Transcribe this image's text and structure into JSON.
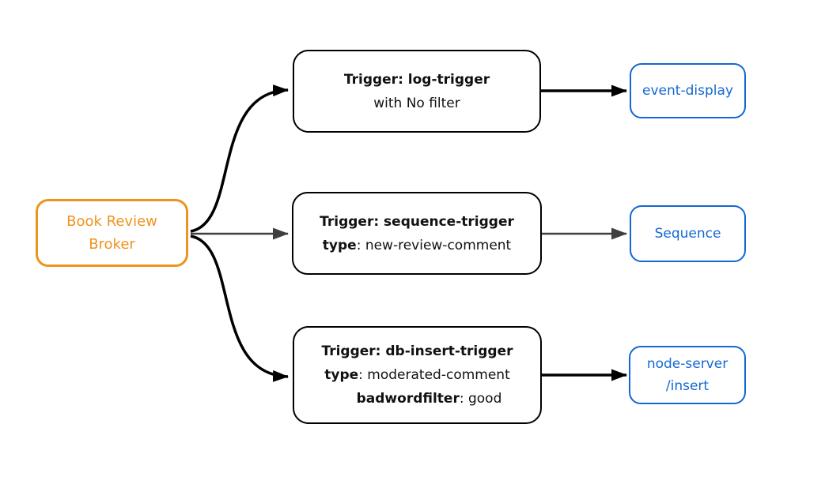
{
  "colors": {
    "background": "#ffffff",
    "broker-accent": "#f0921e",
    "sink-accent": "#1468d2",
    "trigger-border": "#000000",
    "arrow-dark": "#000000",
    "arrow-gray": "#3f3f3f"
  },
  "broker": {
    "line1": "Book Review",
    "line2": "Broker"
  },
  "triggers": [
    {
      "title": "Trigger: log-trigger",
      "subtitle": "with No filter"
    },
    {
      "title": "Trigger: sequence-trigger",
      "attrs": [
        {
          "key": "type",
          "value": ": new-review-comment"
        }
      ]
    },
    {
      "title": "Trigger: db-insert-trigger",
      "attrs": [
        {
          "key": "type",
          "value": ": moderated-comment"
        },
        {
          "key": "badwordfilter",
          "value": ": good"
        }
      ]
    }
  ],
  "sinks": [
    {
      "label": "event-display"
    },
    {
      "label": "Sequence"
    },
    {
      "line1": "node-server",
      "line2": "/insert"
    }
  ]
}
